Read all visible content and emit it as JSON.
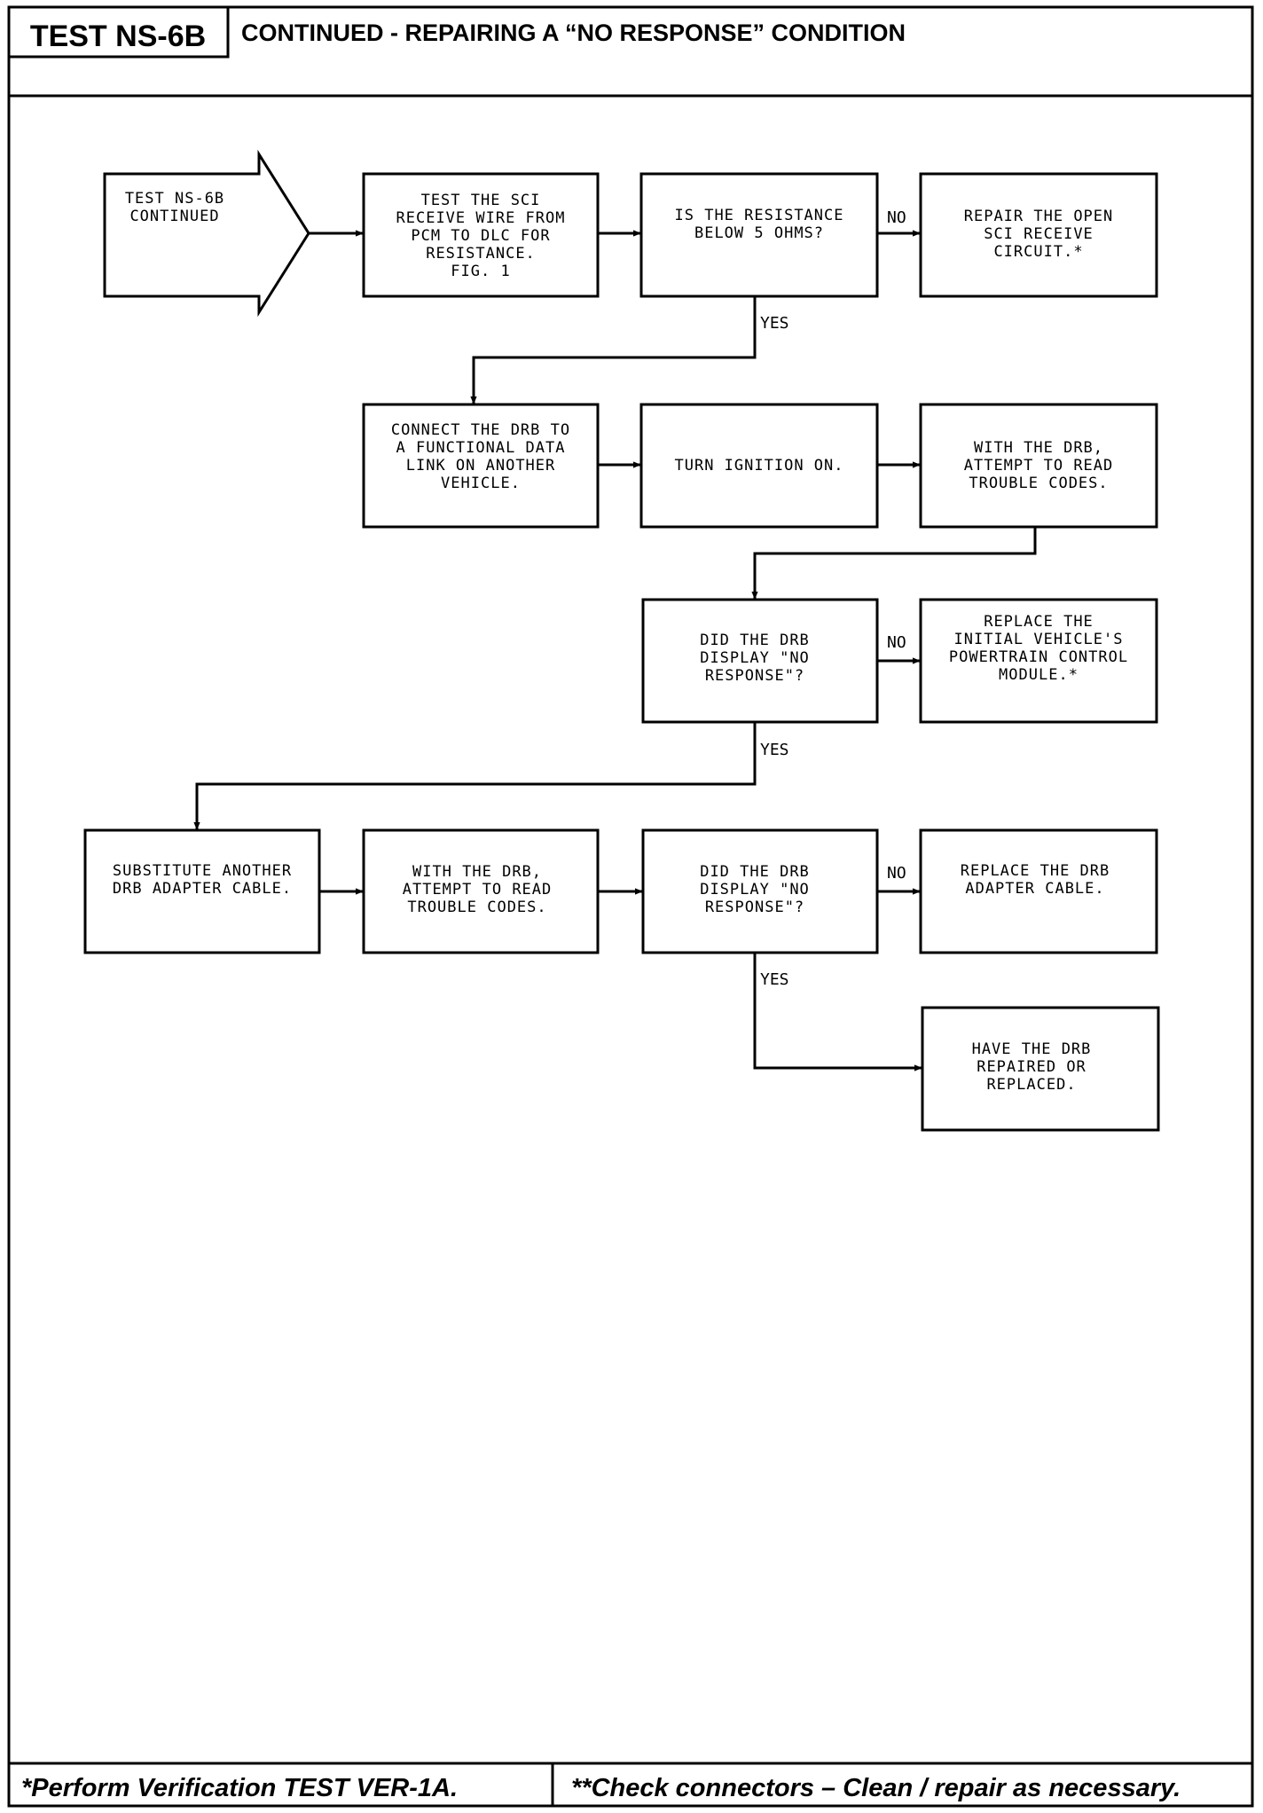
{
  "header": {
    "test_id": "TEST NS-6B",
    "title": "CONTINUED - REPAIRING A “NO RESPONSE” CONDITION"
  },
  "footer": {
    "left_note": "*Perform Verification TEST VER-1A.",
    "right_note": "**Check connectors – Clean / repair as necessary."
  },
  "flow": {
    "start": [
      "TEST NS-6B",
      "CONTINUED"
    ],
    "test_sci": [
      "TEST THE SCI",
      "RECEIVE WIRE FROM",
      "PCM TO DLC FOR",
      "RESISTANCE.",
      "FIG. 1"
    ],
    "q_resistance": [
      "IS THE RESISTANCE",
      "BELOW 5 OHMS?"
    ],
    "repair_open": [
      "REPAIR THE OPEN",
      "SCI RECEIVE",
      "CIRCUIT.*"
    ],
    "connect_drb": [
      "CONNECT THE DRB TO",
      "A FUNCTIONAL DATA",
      "LINK ON ANOTHER",
      "VEHICLE."
    ],
    "turn_ignition": [
      "TURN IGNITION ON."
    ],
    "read_codes_1": [
      "WITH THE DRB,",
      "ATTEMPT TO READ",
      "TROUBLE CODES."
    ],
    "q_no_response_1": [
      "DID THE DRB",
      "DISPLAY \"NO",
      "RESPONSE\"?"
    ],
    "replace_pcm": [
      "REPLACE THE",
      "INITIAL VEHICLE'S",
      "POWERTRAIN CONTROL",
      "MODULE.*"
    ],
    "substitute_cable": [
      "SUBSTITUTE ANOTHER",
      "DRB ADAPTER CABLE."
    ],
    "read_codes_2": [
      "WITH THE DRB,",
      "ATTEMPT TO READ",
      "TROUBLE CODES."
    ],
    "q_no_response_2": [
      "DID THE DRB",
      "DISPLAY \"NO",
      "RESPONSE\"?"
    ],
    "replace_cable": [
      "REPLACE THE DRB",
      "ADAPTER CABLE."
    ],
    "repair_drb": [
      "HAVE THE DRB",
      "REPAIRED OR",
      "REPLACED."
    ]
  },
  "labels": {
    "no": "NO",
    "yes": "YES"
  }
}
